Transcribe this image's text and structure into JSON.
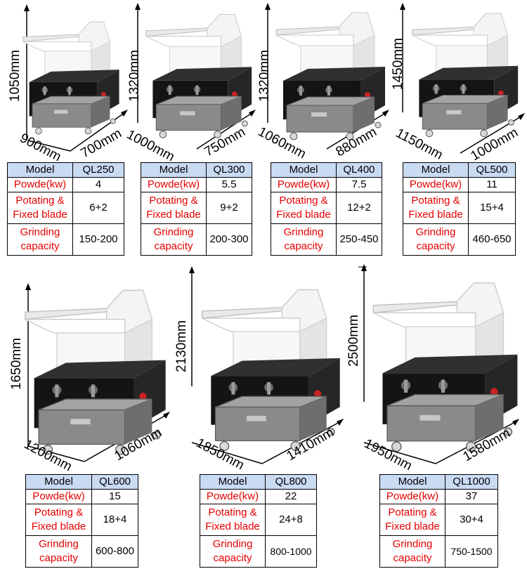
{
  "headers": {
    "col1": "Model",
    "row_power": "Powde(kw)",
    "row_blade": "Potating & Fixed blade",
    "row_capacity": "Grinding capacity"
  },
  "colors": {
    "header_bg": "#c9daf3",
    "label_red": "#e60000",
    "machine_body": "#141414",
    "hopper_white": "#f2f2f2",
    "tray_steel": "#8a8a8a"
  },
  "machines": [
    {
      "model": "QL250",
      "power": "4",
      "blades": "6+2",
      "capacity": "150-200",
      "height": "1050mm",
      "width": "900mm",
      "depth": "700mm"
    },
    {
      "model": "QL300",
      "power": "5.5",
      "blades": "9+2",
      "capacity": "200-300",
      "height": "1320mm",
      "width": "1000mm",
      "depth": "750mm"
    },
    {
      "model": "QL400",
      "power": "7.5",
      "blades": "12+2",
      "capacity": "250-450",
      "height": "1320mm",
      "width": "1060mm",
      "depth": "880mm"
    },
    {
      "model": "QL500",
      "power": "11",
      "blades": "15+4",
      "capacity": "460-650",
      "height": "1450mm",
      "width": "1150mm",
      "depth": "1000mm"
    },
    {
      "model": "QL600",
      "power": "15",
      "blades": "18+4",
      "capacity": "600-800",
      "height": "1650mm",
      "width": "1200mm",
      "depth": "1060mm"
    },
    {
      "model": "QL800",
      "power": "22",
      "blades": "24+8",
      "capacity": "800-1000",
      "height": "2130mm",
      "width": "1850mm",
      "depth": "1410mm"
    },
    {
      "model": "QL1000",
      "power": "37",
      "blades": "30+4",
      "capacity": "750-1500",
      "height": "2500mm",
      "width": "1950mm",
      "depth": "1580mm"
    }
  ]
}
